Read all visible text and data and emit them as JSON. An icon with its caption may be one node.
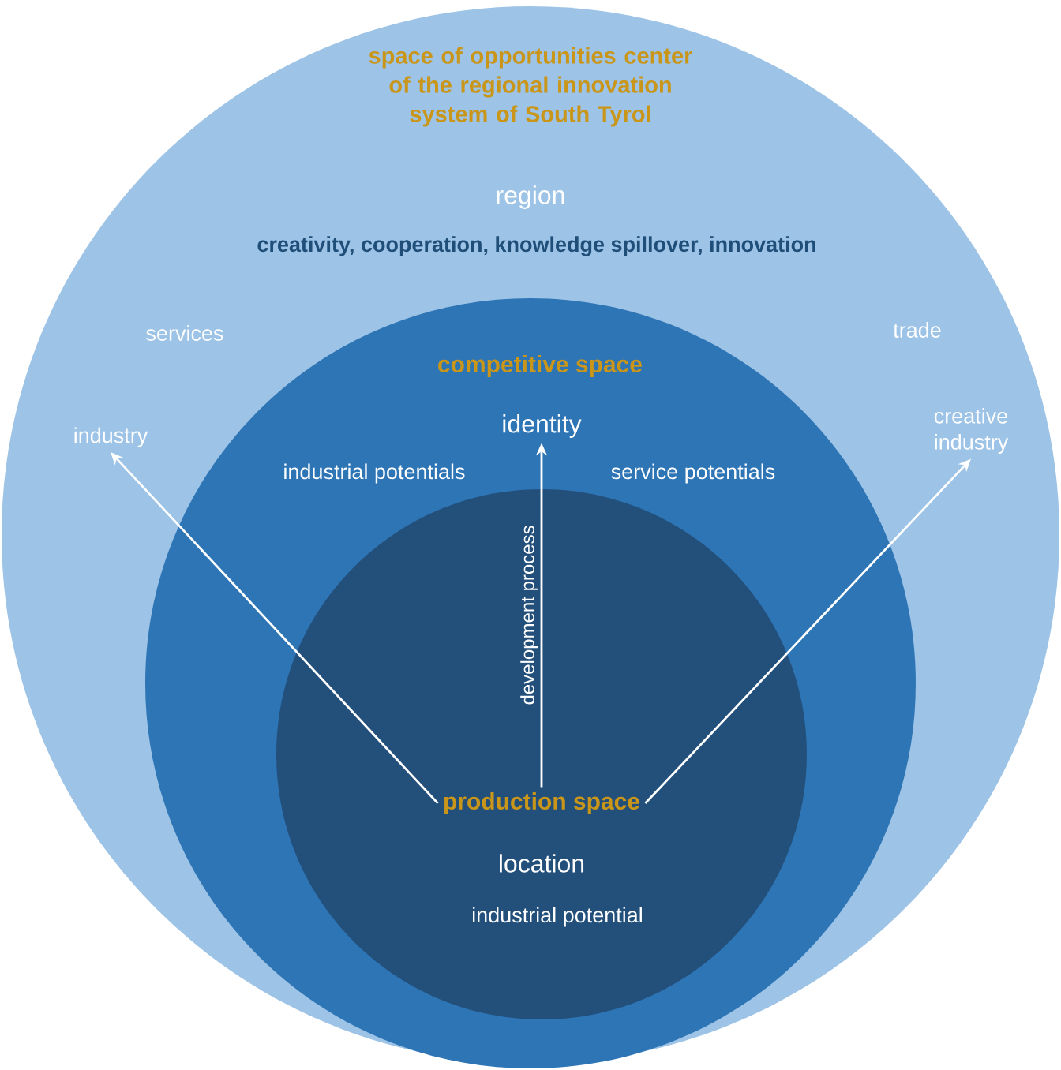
{
  "diagram": {
    "nodes": [
      {
        "text": [
          "space of opportunities center of the regional innovation system of South Tyrol",
          "region",
          "creativity, cooperation, knowledge spillover, innovation"
        ]
      },
      {
        "text": [
          "industry"
        ],
        "in": 0
      },
      {
        "text": [
          "creative industry"
        ],
        "in": 0
      },
      {
        "text": [
          "competitive space",
          "industrial potentials",
          "service potentials"
        ],
        "in": 0
      },
      {
        "text": [
          "identity"
        ],
        "in": 3
      },
      {
        "text": [
          "location",
          "industrial potential"
        ],
        "in": 3
      },
      {
        "text": [
          "production space"
        ],
        "in": 5
      }
    ],
    "edges": [
      {
        "from": 6,
        "to": 1,
        "arrow": "to"
      },
      {
        "from": 6,
        "to": 2,
        "arrow": "to"
      },
      {
        "from": 6,
        "to": 4,
        "arrow": "to",
        "label": "development process"
      }
    ],
    "labels": [
      "services",
      "trade"
    ]
  }
}
